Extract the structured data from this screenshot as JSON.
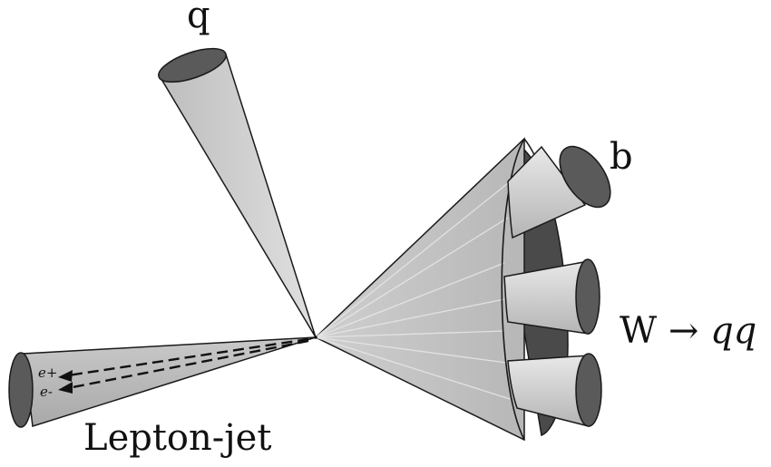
{
  "labels": {
    "q": "q",
    "b": "b",
    "w_prefix": "W → ",
    "w_suffix": "qq",
    "lepton_jet": "Lepton-jet",
    "positron": "e+",
    "electron": "e-"
  },
  "colors": {
    "cone_light": "#d9d9d9",
    "cone_mid": "#bdbdbd",
    "cone_dark": "#5a5a5a",
    "outline": "#1a1a1a"
  }
}
